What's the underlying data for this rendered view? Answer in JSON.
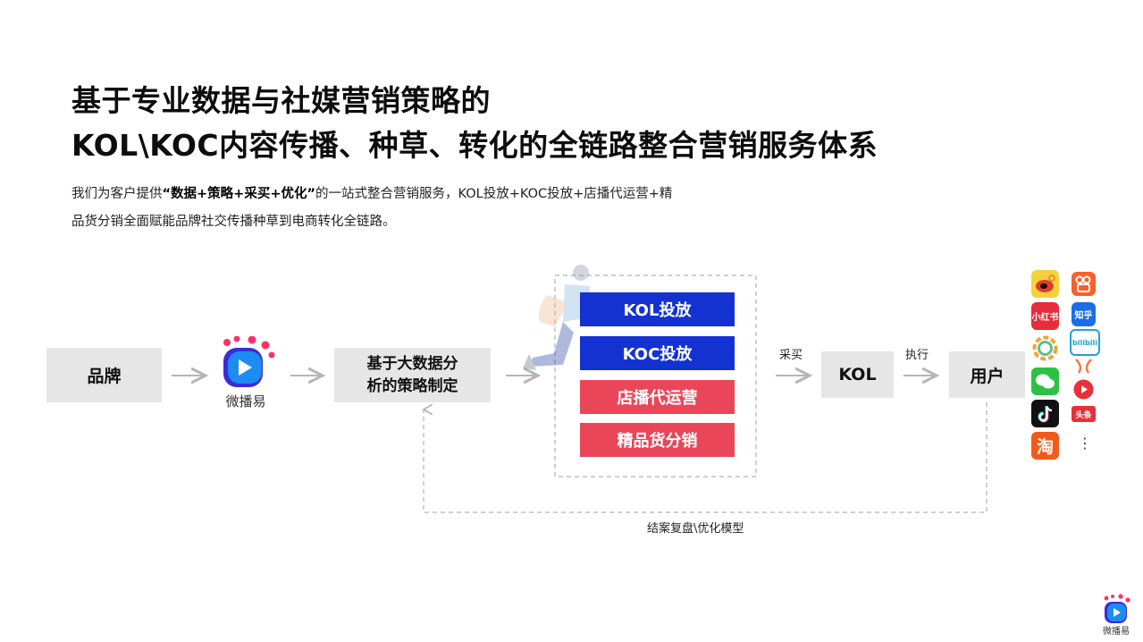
{
  "title": {
    "line1": "基于专业数据与社媒营销策略的",
    "line2": "KOL\\KOC内容传播、种草、转化的全链路整合营销服务体系"
  },
  "intro": {
    "prefix": "我们为客户提供",
    "highlight": "“数据+策略+采买+优化”",
    "suffix1": "的一站式整合营销服务，KOL投放+KOC投放+店播代运营+精",
    "line2": "品货分销全面赋能品牌社交传播种草到电商转化全链路。"
  },
  "diagram": {
    "brand": "品牌",
    "logo_text": "微播易",
    "strategy_line1": "基于大数据分",
    "strategy_line2": "析的策略制定",
    "services": [
      "KOL投放",
      "KOC投放",
      "店播代运营",
      "精品货分销"
    ],
    "buy_label": "采买",
    "kol": "KOL",
    "execute_label": "执行",
    "user": "用户",
    "feedback_label": "结案复盘\\优化模型"
  },
  "apps": {
    "xiaohongshu": "小红书",
    "zhihu": "知乎",
    "bilibili": "bilibili",
    "toutiao": "头条",
    "taobao": "淘",
    "more": "⋮"
  },
  "footer": {
    "logo_text": "微播易"
  },
  "colors": {
    "blue": "#1432d2",
    "red": "#e94759",
    "grey_box": "#e6e6e6",
    "arrow": "#bdbdbd"
  }
}
